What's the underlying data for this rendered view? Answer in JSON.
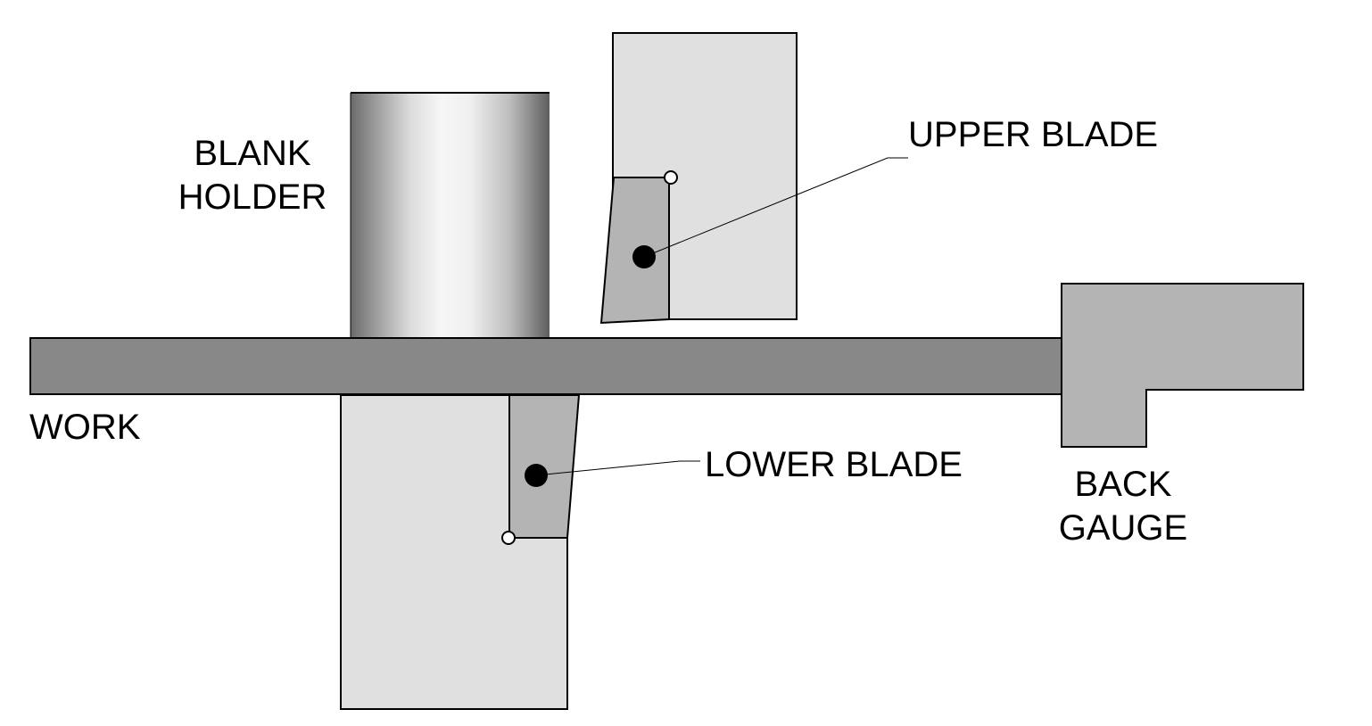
{
  "labels": {
    "blank_holder_line1": "BLANK",
    "blank_holder_line2": "HOLDER",
    "upper_blade": "UPPER BLADE",
    "lower_blade": "LOWER BLADE",
    "work": "WORK",
    "back_gauge_line1": "BACK",
    "back_gauge_line2": "GAUGE"
  },
  "colors": {
    "blade_holder_fill": "#e0e0e0",
    "blade_fill": "#b4b4b4",
    "work_fill": "#888888",
    "back_gauge_fill": "#b4b4b4",
    "outline": "#000000"
  }
}
